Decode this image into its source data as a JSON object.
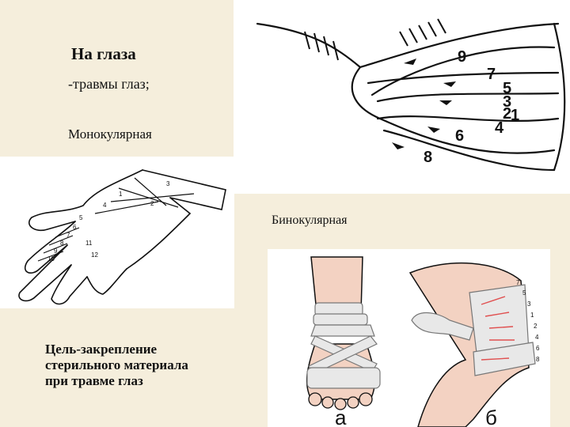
{
  "slide": {
    "title": "На глаза",
    "injury": "-травмы глаз;",
    "monocular": "Монокулярная",
    "binocular": "Бинокулярная",
    "goal_lines": [
      "Цель-закрепление",
      "стерильного материала",
      "при травме глаз"
    ]
  },
  "figure_head": {
    "numbers": [
      "9",
      "7",
      "5",
      "3",
      "1",
      "2",
      "4",
      "6",
      "8"
    ]
  },
  "figure_hand": {
    "numbers": [
      "1",
      "2",
      "3",
      "4",
      "5",
      "6",
      "7",
      "8",
      "9",
      "10",
      "11",
      "12"
    ]
  },
  "figure_photo": {
    "label_a": "а",
    "label_b": "б",
    "numbers": [
      "7",
      "5",
      "3",
      "1",
      "2",
      "4",
      "6",
      "8"
    ]
  }
}
